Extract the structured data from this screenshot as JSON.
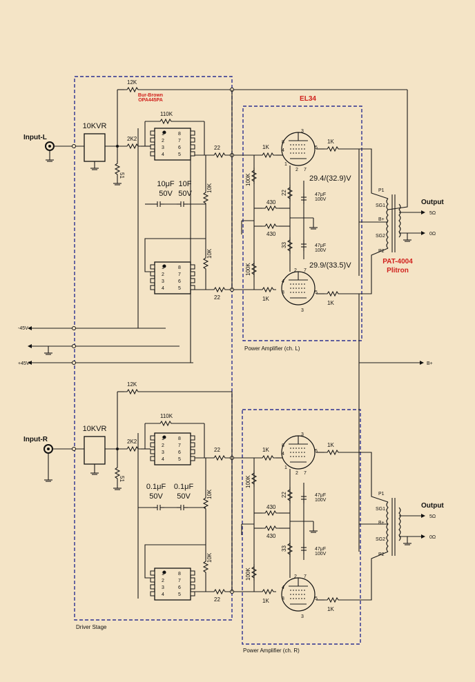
{
  "labels": {
    "input_l": "Input-L",
    "input_r": "Input-R",
    "vr": "10KVR",
    "opamp_brand": "Bur-Brown",
    "opamp_part": "OPA445PA",
    "tube": "EL34",
    "driver_stage": "Driver Stage",
    "power_amp_l": "Power Amplifier (ch. L)",
    "power_amp_r": "Power Amplifier (ch. R)",
    "transformer_model": "PAT-4004",
    "transformer_brand": "Plitron",
    "output": "Output",
    "out_5": "5Ω",
    "out_0": "0Ω",
    "p1": "P1",
    "p2": "P2",
    "sg1": "SG1",
    "sg2": "SG2",
    "bplus": "B+",
    "rail_neg": "-45V",
    "rail_pos": "+45V",
    "voltage_top": "29.4/(32.9)V",
    "voltage_bot": "29.9/(33.5)V"
  },
  "components": {
    "r_12k": "12K",
    "r_110k": "110K",
    "r_2k2": "2K2",
    "r_51": "51",
    "r_22": "22",
    "r_1k": "1K",
    "r_10k": "10K",
    "r_100k": "100K",
    "r_430": "430",
    "r_33": "33",
    "cap_47uf": "47μF",
    "cap_100v": "100V",
    "cap_l_value": "10μF",
    "cap_l_value2": "10F",
    "cap_r_value": "0.1μF",
    "cap_50v": "50V"
  },
  "pins": {
    "p1": "1",
    "p2": "2",
    "p3": "3",
    "p4": "4",
    "p5": "5",
    "p6": "6",
    "p7": "7",
    "p8": "8"
  }
}
